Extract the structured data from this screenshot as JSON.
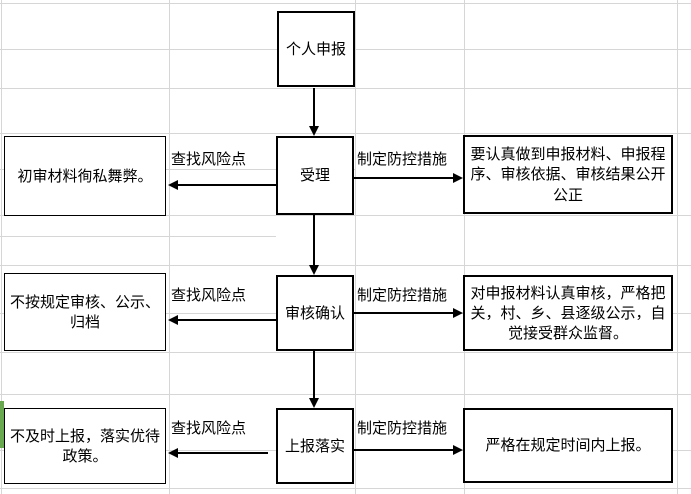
{
  "flowchart": {
    "nodes": [
      "个人申报",
      "受理",
      "审核确认",
      "上报落实"
    ],
    "rows": [
      {
        "risk_label": "查找风险点",
        "risk_box": "初审材料徇私舞弊。",
        "measure_label": "制定防控措施",
        "measure_box": "要认真做到申报材料、申报程序、审核依据、审核结果公开公正"
      },
      {
        "risk_label": "查找风险点",
        "risk_box": "不按规定审核、公示、归档",
        "measure_label": "制定防控措施",
        "measure_box": "对申报材料认真审核，严格把关，村、乡、县逐级公示，自觉接受群众监督。"
      },
      {
        "risk_label": "查找风险点",
        "risk_box": "不及时上报，落实优待政策。",
        "measure_label": "制定防控措施",
        "measure_box": "严格在规定时间内上报。"
      }
    ],
    "colors": {
      "background": "#ffffff",
      "grid_line": "#d6d6d6",
      "box_border": "#000000",
      "text": "#000000",
      "green_marker": "#6aa84f"
    }
  }
}
